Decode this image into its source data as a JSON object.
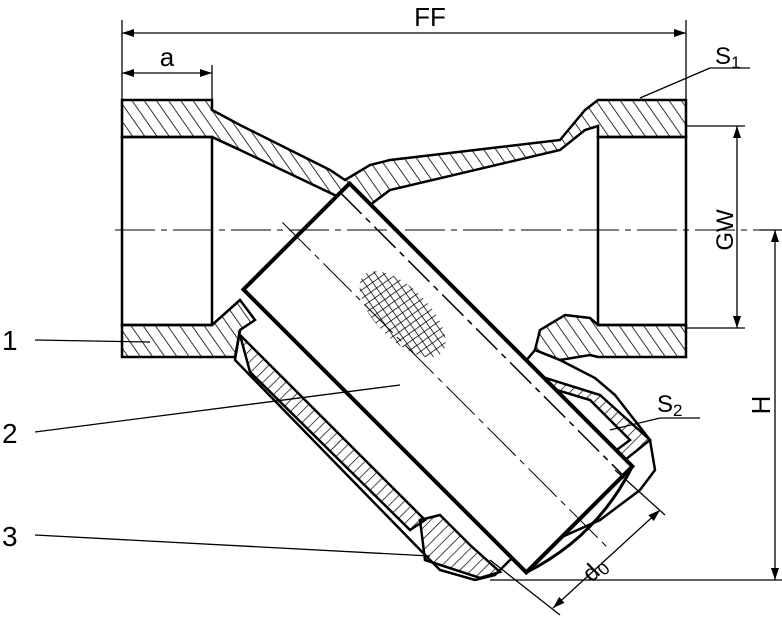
{
  "drawing": {
    "labels": {
      "ff": "FF",
      "a": "a",
      "s1_main": "S",
      "s1_sub": "1",
      "gw": "GW",
      "h": "H",
      "s2_main": "S",
      "s2_sub": "2",
      "d0_main": "d",
      "d0_sub": "0",
      "part1": "1",
      "part2": "2",
      "part3": "3"
    }
  }
}
